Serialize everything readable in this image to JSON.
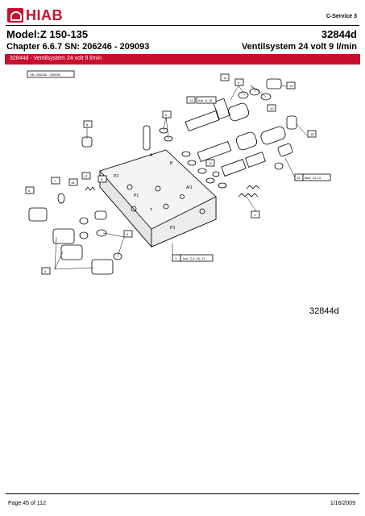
{
  "header": {
    "logo_text": "HIAB",
    "service": "C-Service 3",
    "model": "Model:Z 150-135",
    "chapter": "Chapter 6.6.7 SN: 206246 - 209093",
    "code": "32844d",
    "system": "Ventilsystem 24 volt 9 l/min"
  },
  "bar": {
    "label": "32844d - Ventilsystem 24 volt 9 l/min"
  },
  "diagram": {
    "sn_label": "SN: 206246 - 209093",
    "callouts": [
      "1",
      "2",
      "3",
      "4",
      "5",
      "6",
      "7",
      "8",
      "9",
      "10",
      "11",
      "12",
      "13",
      "14",
      "15",
      "16",
      "17",
      "18",
      "19"
    ],
    "notes": {
      "incl_1": "Incl. 2-4, 16, 17",
      "incl_14": "Incl. 8, 15",
      "max_16": "Max. 12,13"
    },
    "block_marks": [
      "P2",
      "P1",
      "B",
      "A",
      "P3",
      "A/1",
      "T"
    ],
    "figure_code": "32844d"
  },
  "footer": {
    "page": "Page 45 of 112",
    "date": "1/16/2009"
  },
  "colors": {
    "brand": "#c8102e"
  }
}
